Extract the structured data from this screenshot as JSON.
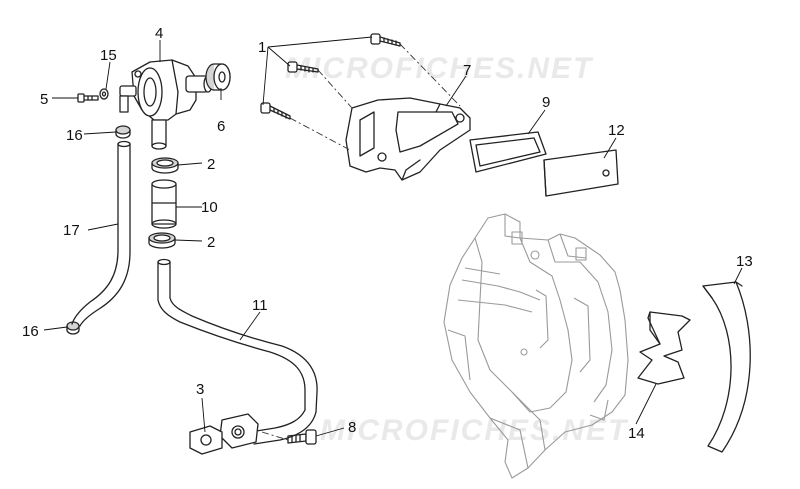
{
  "watermarks": [
    "MICROFICHES.NET",
    "MICROFICHES.NET"
  ],
  "callouts": {
    "c1": "1",
    "c2a": "2",
    "c2b": "2",
    "c3": "3",
    "c4": "4",
    "c5": "5",
    "c6": "6",
    "c7": "7",
    "c8": "8",
    "c9": "9",
    "c10": "10",
    "c11": "11",
    "c12": "12",
    "c13": "13",
    "c14": "14",
    "c15": "15",
    "c16a": "16",
    "c16b": "16",
    "c17": "17"
  },
  "colors": {
    "line": "#222222",
    "cover": "#9a9a9a",
    "watermark": "#e9e9e9"
  }
}
